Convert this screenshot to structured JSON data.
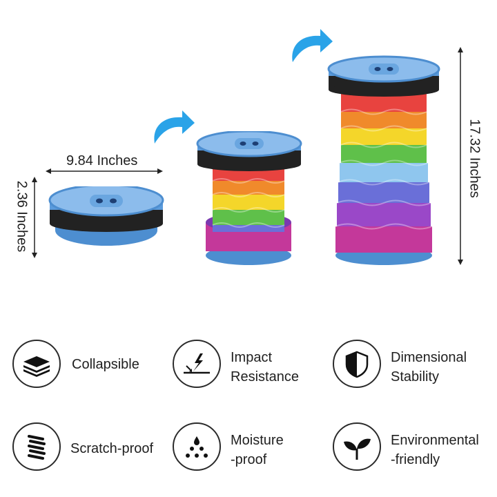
{
  "dimensions": {
    "width_label": "9.84 Inches",
    "collapsed_height_label": "2.36 Inches",
    "extended_height_label": "17.32 Inches"
  },
  "features": [
    {
      "icon": "layers-icon",
      "line1": "Collapsible",
      "line2": ""
    },
    {
      "icon": "impact-icon",
      "line1": "Impact",
      "line2": "Resistance"
    },
    {
      "icon": "shield-icon",
      "line1": "Dimensional",
      "line2": "Stability"
    },
    {
      "icon": "spring-icon",
      "line1": "Scratch-proof",
      "line2": ""
    },
    {
      "icon": "droplets-icon",
      "line1": "Moisture",
      "line2": "-proof"
    },
    {
      "icon": "sprout-icon",
      "line1": "Environmental",
      "line2": "-friendly"
    }
  ],
  "colors": {
    "stool_blue": "#5b9bdc",
    "stool_rim": "#222222",
    "arrow_blue": "#2aa3e8",
    "rainbow": [
      "#e8433f",
      "#f08a2b",
      "#f4d62a",
      "#5fc04a",
      "#8fc6ee",
      "#6a6fd8",
      "#9a48c8",
      "#c4389a"
    ]
  }
}
